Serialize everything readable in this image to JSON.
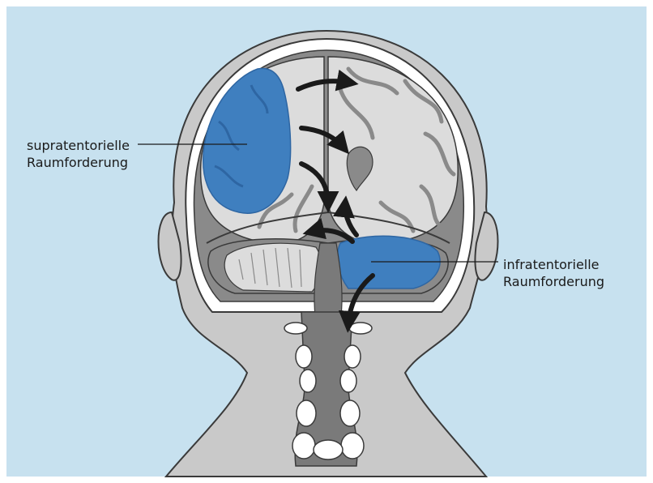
{
  "labels": {
    "supratentorial": {
      "line1": "supratentorielle",
      "line2": "Raumforderung"
    },
    "infratentorial": {
      "line1": "infratentorielle",
      "line2": "Raumforderung"
    }
  },
  "colors": {
    "background": "#c7e1ef",
    "skin": "#c9c9c9",
    "skull_outline": "#3a3a3a",
    "bone": "#ffffff",
    "brain_gray": "#dcdcdc",
    "brain_dark": "#8a8a8a",
    "lesion": "#3f7fbf",
    "lesion_dark": "#2e66a3",
    "arrow": "#1a1a1a",
    "brainstem": "#7a7a7a"
  },
  "icons": {
    "arrows": "black-curved-arrow"
  }
}
